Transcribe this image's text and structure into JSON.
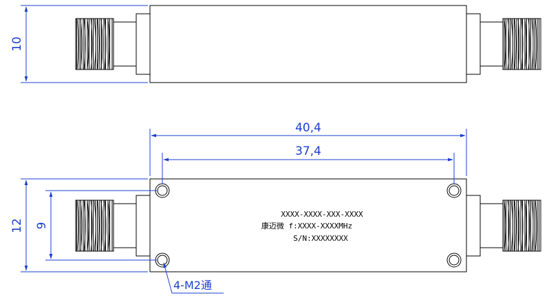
{
  "dimensions": {
    "top_height": "10",
    "overall_length": "40,4",
    "hole_spacing_length": "37,4",
    "bottom_height": "12",
    "hole_spacing_height": "9"
  },
  "part_label": {
    "line1": "XXXX-XXXX-XXX-XXXX",
    "line2": "康迈微 f:XXXX-XXXXMHz",
    "line3": "S/N:XXXXXXXX"
  },
  "callout": "4-M2通",
  "colors": {
    "dimension": "#1a3fd0",
    "outline": "#000000"
  }
}
